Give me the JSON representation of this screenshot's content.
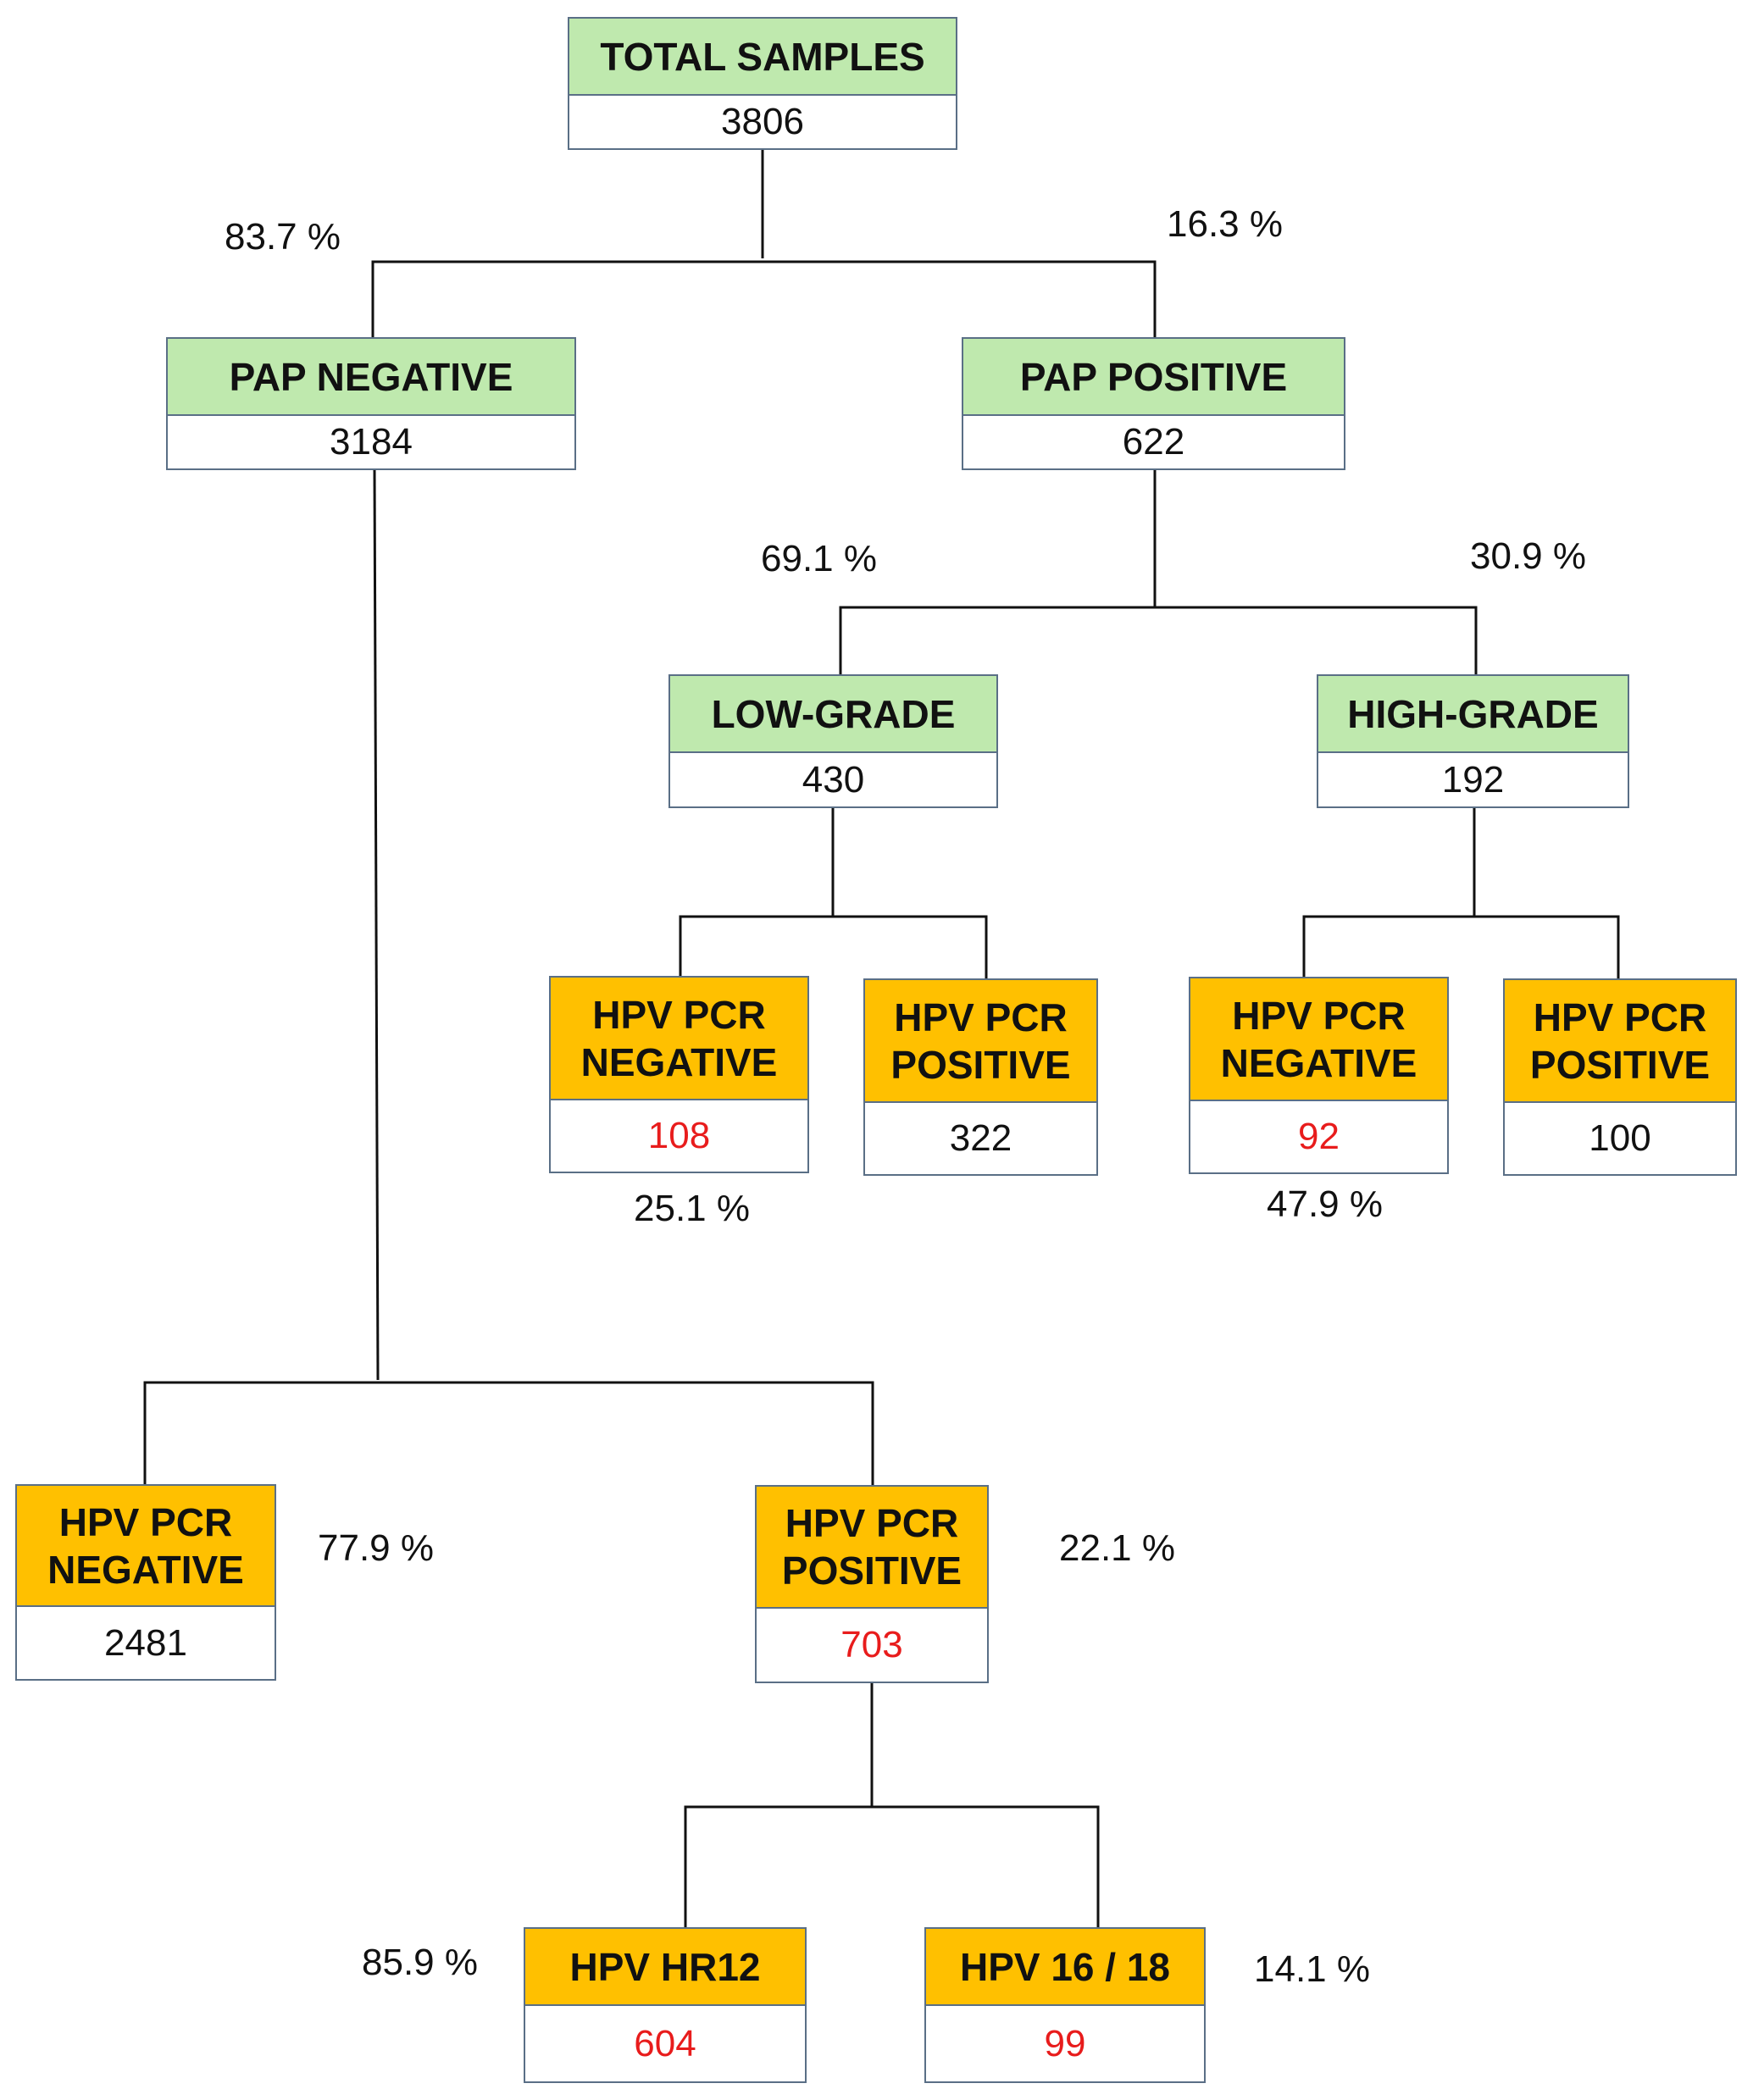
{
  "nodes": {
    "total": {
      "label": "TOTAL SAMPLES",
      "value": "3806"
    },
    "pap_neg": {
      "label": "PAP NEGATIVE",
      "value": "3184"
    },
    "pap_pos": {
      "label": "PAP POSITIVE",
      "value": "622"
    },
    "low_grade": {
      "label": "LOW-GRADE",
      "value": "430"
    },
    "high_grade": {
      "label": "HIGH-GRADE",
      "value": "192"
    },
    "lg_pcr_neg": {
      "label_line1": "HPV PCR",
      "label_line2": "NEGATIVE",
      "value": "108"
    },
    "lg_pcr_pos": {
      "label_line1": "HPV PCR",
      "label_line2": "POSITIVE",
      "value": "322"
    },
    "hg_pcr_neg": {
      "label_line1": "HPV PCR",
      "label_line2": "NEGATIVE",
      "value": "92"
    },
    "hg_pcr_pos": {
      "label_line1": "HPV PCR",
      "label_line2": "POSITIVE",
      "value": "100"
    },
    "neg_pcr_neg": {
      "label_line1": "HPV PCR",
      "label_line2": "NEGATIVE",
      "value": "2481"
    },
    "neg_pcr_pos": {
      "label_line1": "HPV PCR",
      "label_line2": "POSITIVE",
      "value": "703"
    },
    "hr12": {
      "label": "HPV HR12",
      "value": "604"
    },
    "hpv1618": {
      "label": "HPV 16 / 18",
      "value": "99"
    }
  },
  "percentages": {
    "pap_neg": "83.7 %",
    "pap_pos": "16.3 %",
    "low_grade": "69.1 %",
    "high_grade": "30.9 %",
    "lg_pcr_neg": "25.1 %",
    "hg_pcr_neg": "47.9 %",
    "neg_pcr_neg": "77.9 %",
    "neg_pcr_pos": "22.1 %",
    "hr12": "85.9 %",
    "hpv1618": "14.1 %"
  },
  "colors": {
    "header_green": "#bfe9ae",
    "header_orange": "#ffc000",
    "highlight_red": "#e81c1c",
    "border": "#5a6f86"
  }
}
